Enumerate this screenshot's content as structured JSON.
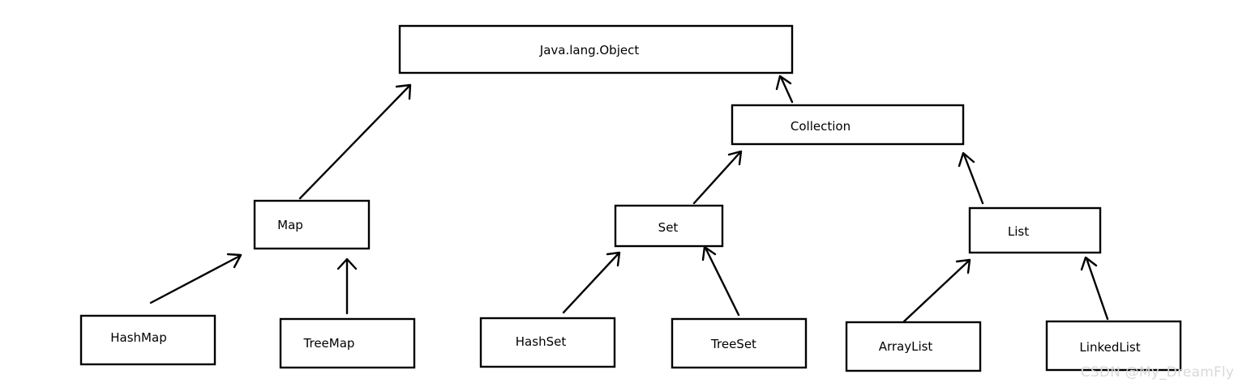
{
  "diagram": {
    "nodes": {
      "object": "Java.lang.Object",
      "collection": "Collection",
      "map": "Map",
      "set": "Set",
      "list": "List",
      "hashmap": "HashMap",
      "treemap": "TreeMap",
      "hashset": "HashSet",
      "treeset": "TreeSet",
      "arraylist": "ArrayList",
      "linkedlist": "LinkedList"
    },
    "edges": [
      {
        "from": "map",
        "to": "object"
      },
      {
        "from": "collection",
        "to": "object"
      },
      {
        "from": "set",
        "to": "collection"
      },
      {
        "from": "list",
        "to": "collection"
      },
      {
        "from": "hashmap",
        "to": "map"
      },
      {
        "from": "treemap",
        "to": "map"
      },
      {
        "from": "hashset",
        "to": "set"
      },
      {
        "from": "treeset",
        "to": "set"
      },
      {
        "from": "arraylist",
        "to": "list"
      },
      {
        "from": "linkedlist",
        "to": "list"
      }
    ]
  },
  "watermark": "CSDN @My_DreamFly"
}
